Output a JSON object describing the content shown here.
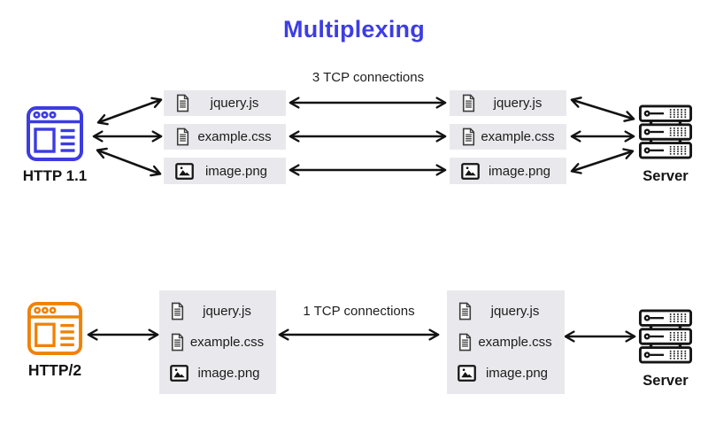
{
  "title": "Multiplexing",
  "colors": {
    "accent_blue": "#3D3DE2",
    "accent_orange": "#F08103",
    "chip_background": "#E9E9ED",
    "arrow_black": "#121212"
  },
  "icons": {
    "client": "browser-window-icon",
    "server": "server-rack-icon",
    "code_file": "document-icon",
    "image_file": "image-icon"
  },
  "http11": {
    "client_label": "HTTP 1.1",
    "connection_label": "3 TCP connections",
    "server_label": "Server",
    "client_files": [
      {
        "name": "jquery.js",
        "icon": "document-icon"
      },
      {
        "name": "example.css",
        "icon": "document-icon"
      },
      {
        "name": "image.png",
        "icon": "image-icon"
      }
    ],
    "server_files": [
      {
        "name": "jquery.js",
        "icon": "document-icon"
      },
      {
        "name": "example.css",
        "icon": "document-icon"
      },
      {
        "name": "image.png",
        "icon": "image-icon"
      }
    ]
  },
  "http2": {
    "client_label": "HTTP/2",
    "connection_label": "1 TCP connections",
    "server_label": "Server",
    "client_files": [
      {
        "name": "jquery.js",
        "icon": "document-icon"
      },
      {
        "name": "example.css",
        "icon": "document-icon"
      },
      {
        "name": "image.png",
        "icon": "image-icon"
      }
    ],
    "server_files": [
      {
        "name": "jquery.js",
        "icon": "document-icon"
      },
      {
        "name": "example.css",
        "icon": "document-icon"
      },
      {
        "name": "image.png",
        "icon": "image-icon"
      }
    ]
  }
}
